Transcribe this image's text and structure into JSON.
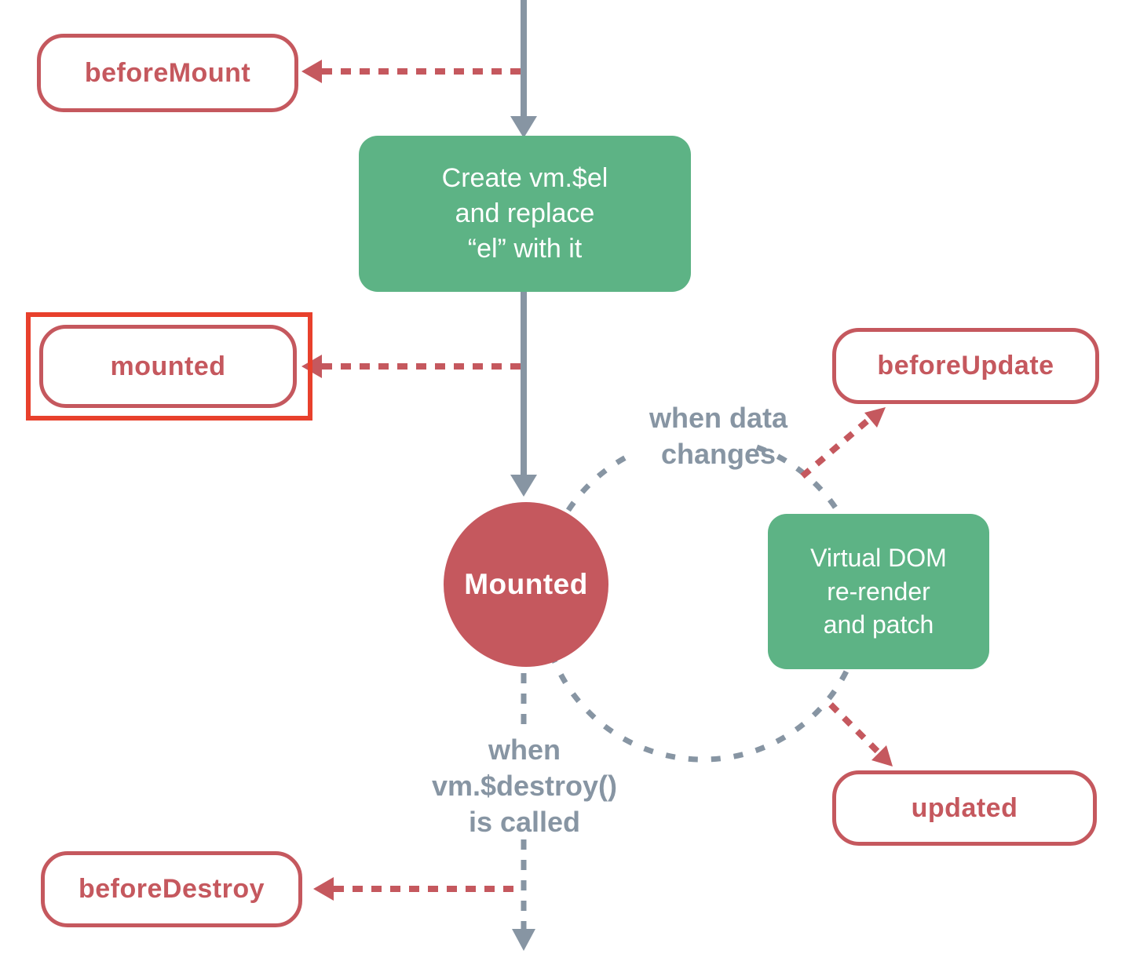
{
  "diagram_type": "vue-lifecycle-flowchart",
  "nodes": {
    "before_mount": {
      "label": "beforeMount"
    },
    "mounted_hook": {
      "label": "mounted",
      "highlighted": true
    },
    "before_update": {
      "label": "beforeUpdate"
    },
    "updated_hook": {
      "label": "updated"
    },
    "before_destroy": {
      "label": "beforeDestroy"
    },
    "mounted_state": {
      "label": "Mounted"
    },
    "create_el": {
      "lines": [
        "Create vm.$el",
        "and replace",
        "“el” with it"
      ]
    },
    "virtual_dom": {
      "lines": [
        "Virtual DOM",
        "re-render",
        "and patch"
      ]
    }
  },
  "annotations": {
    "when_data": {
      "lines": [
        "when data",
        "changes"
      ]
    },
    "when_destroy": {
      "lines": [
        "when",
        "vm.$destroy()",
        "is called"
      ]
    }
  },
  "colors": {
    "red": "#C5585E",
    "green": "#5DB385",
    "slate": "#8795A3",
    "highlight": "#E8402C",
    "white_text": "#FFFFFF"
  }
}
